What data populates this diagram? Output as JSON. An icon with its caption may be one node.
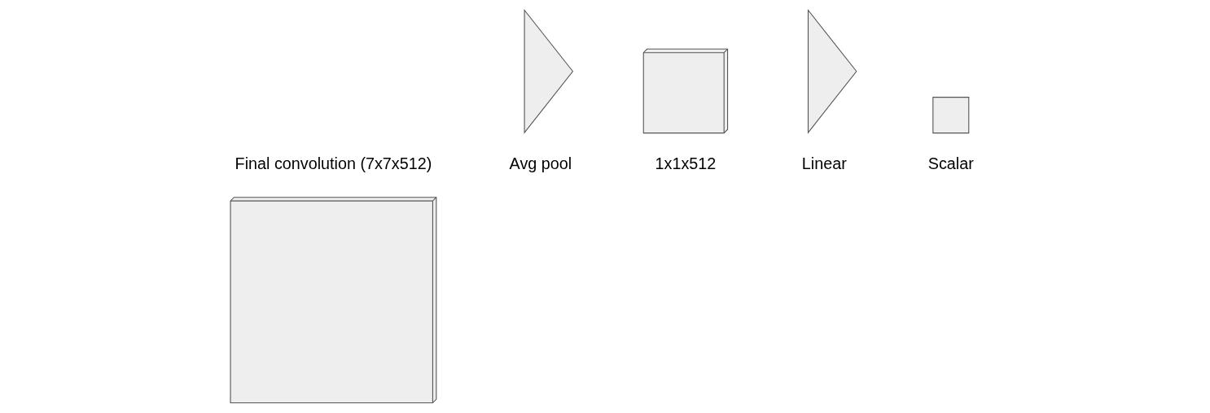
{
  "diagram": {
    "nodes": [
      {
        "text": [],
        "shape": "stack",
        "beside": [
          "Final convolution (7x7x512)"
        ]
      },
      {
        "text": [],
        "shape": "triangle",
        "beside": [
          "Avg pool"
        ]
      },
      {
        "text": [],
        "shape": "stack",
        "beside": [
          "1x1x512"
        ]
      },
      {
        "text": [],
        "shape": "triangle",
        "beside": [
          "Linear"
        ]
      },
      {
        "text": [],
        "shape": "box",
        "beside": [
          "Scalar"
        ]
      }
    ],
    "edges": []
  }
}
